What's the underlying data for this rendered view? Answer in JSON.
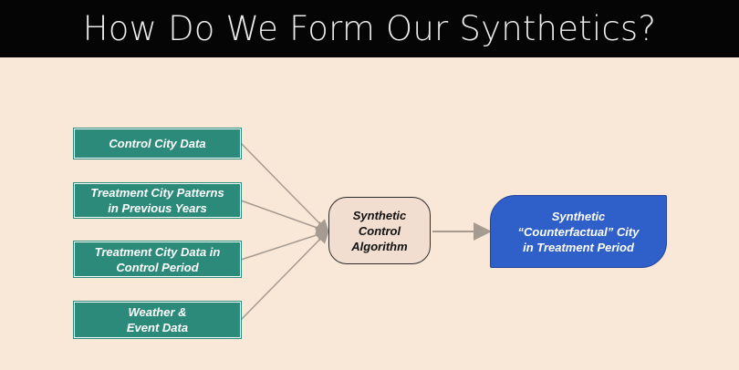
{
  "title": "How Do We Form Our Synthetics?",
  "inputs": [
    {
      "label": "Control City Data"
    },
    {
      "label": "Treatment City Patterns\nin Previous Years"
    },
    {
      "label": "Treatment City Data in\nControl Period"
    },
    {
      "label": "Weather &\nEvent Data"
    }
  ],
  "algorithm": {
    "label": "Synthetic\nControl\nAlgorithm"
  },
  "output": {
    "label": "Synthetic\n“Counterfactual” City\nin Treatment Period"
  },
  "colors": {
    "background": "#f9e7d7",
    "title_bar": "#050505",
    "input_box": "#2c8a7a",
    "algorithm_box": "#f2ded0",
    "output_box": "#2f5fc8",
    "connector": "#a69b91"
  }
}
